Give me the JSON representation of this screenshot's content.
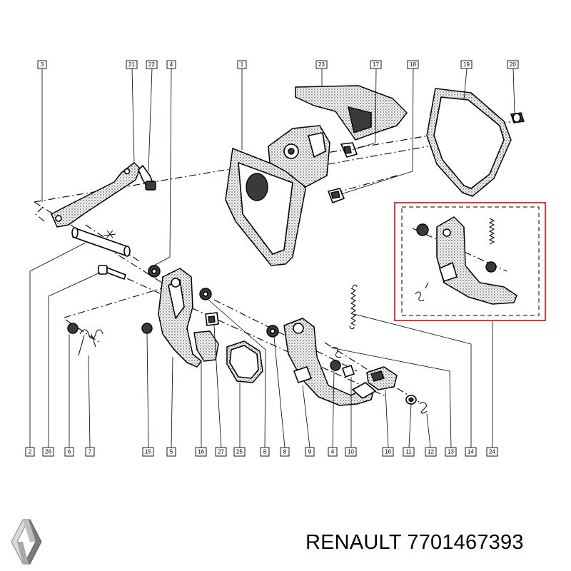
{
  "brand": {
    "name": "RENAULT",
    "part_number": "7701467393"
  },
  "colors": {
    "highlight": "#e0202a",
    "ink": "#000000",
    "logo_light": "#d9d9d9",
    "logo_dark": "#7a7a7a"
  },
  "callouts_top": [
    "3",
    "21",
    "22",
    "4",
    "1",
    "23",
    "17",
    "18",
    "19",
    "20"
  ],
  "callouts_bottom": [
    "2",
    "26",
    "6",
    "7",
    "15",
    "5",
    "16",
    "27",
    "25",
    "8",
    "8",
    "9",
    "4",
    "10",
    "16",
    "11",
    "12",
    "13",
    "14",
    "24"
  ],
  "highlighted_callout": "24"
}
